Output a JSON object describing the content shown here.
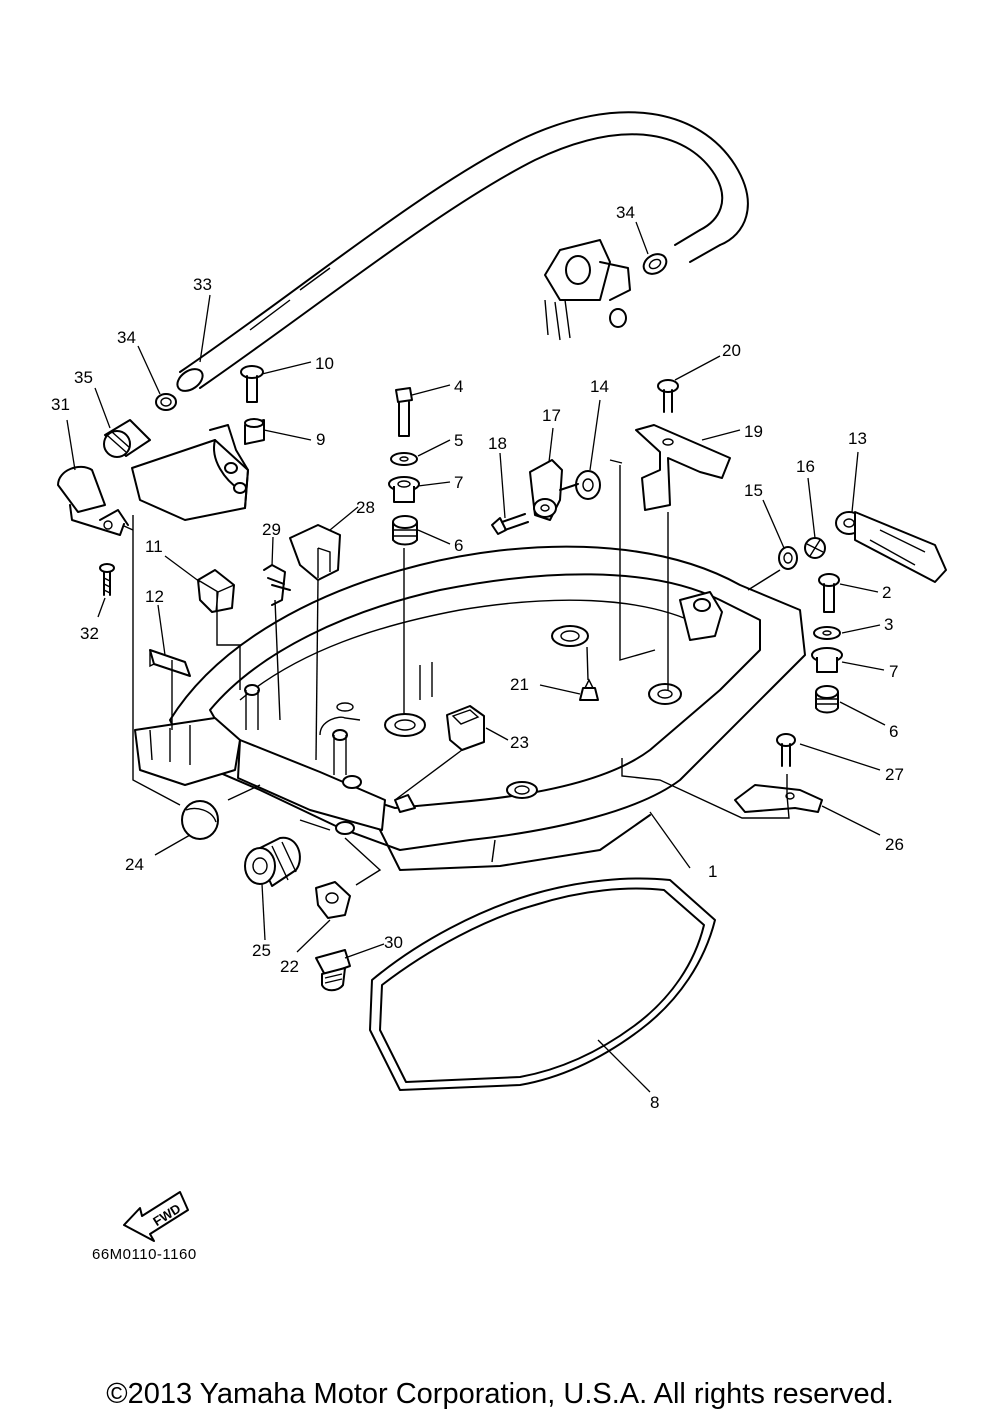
{
  "diagram": {
    "drawing_code": "66M0110-1160",
    "fwd_label": "FWD",
    "copyright": "©2013 Yamaha Motor Corporation, U.S.A. All rights reserved.",
    "callouts": {
      "c1": "1",
      "c2": "2",
      "c3": "3",
      "c4": "4",
      "c5": "5",
      "c6a": "6",
      "c6b": "6",
      "c7a": "7",
      "c7b": "7",
      "c8": "8",
      "c9": "9",
      "c10": "10",
      "c11": "11",
      "c12": "12",
      "c13": "13",
      "c14": "14",
      "c15": "15",
      "c16": "16",
      "c17": "17",
      "c18": "18",
      "c19": "19",
      "c20": "20",
      "c21": "21",
      "c22": "22",
      "c23": "23",
      "c24": "24",
      "c25": "25",
      "c26": "26",
      "c27": "27",
      "c28": "28",
      "c29": "29",
      "c30": "30",
      "c31": "31",
      "c32": "32",
      "c33": "33",
      "c34a": "34",
      "c34b": "34",
      "c35": "35"
    }
  }
}
